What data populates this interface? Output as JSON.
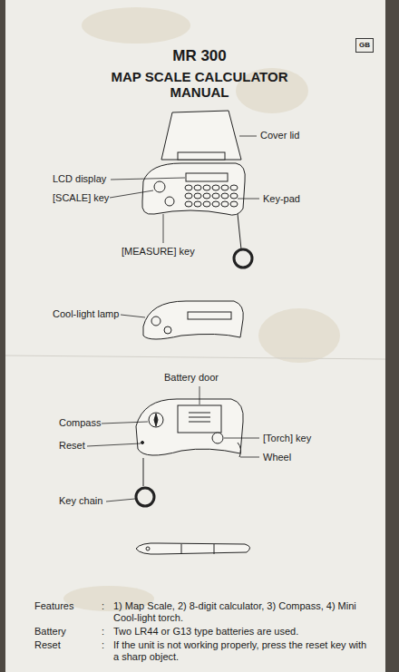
{
  "diagram": {
    "title": "MR 300",
    "nodes": [
      {
        "text": [
          "GB"
        ]
      }
    ],
    "labels": [
      "MAP SCALE CALCULATOR MANUAL",
      "Cover lid",
      "LCD display",
      "[SCALE] key",
      "Key-pad",
      "[MEASURE] key",
      "Cool-light lamp",
      "Battery door",
      "Compass",
      "[Torch] key",
      "Reset",
      "Wheel",
      "Key chain",
      "Features",
      ":",
      "1) Map Scale, 2) 8-digit calculator, 3) Compass, 4) Mini Cool-light torch.",
      "Battery",
      ":",
      "Two LR44 or G13 type batteries are used.",
      "Reset",
      ":",
      "If the unit is not working properly, press the reset key with a sharp object."
    ]
  }
}
